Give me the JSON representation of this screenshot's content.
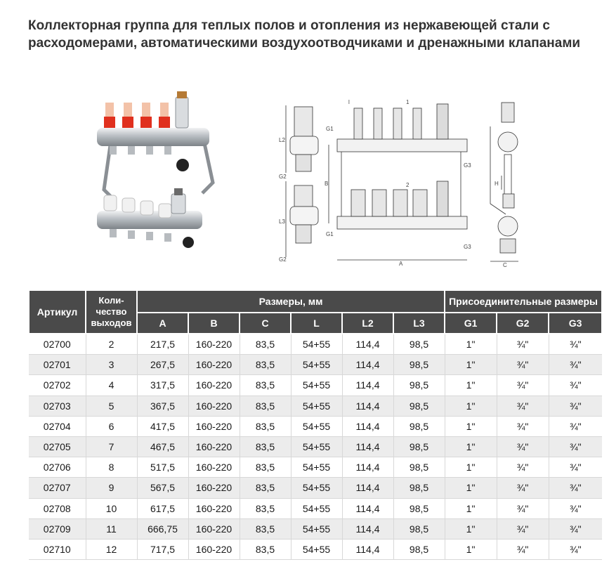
{
  "title": {
    "line1": "Коллекторная группа для теплых полов и отопления из нержавеющей стали с",
    "line2": "расходомерами, автоматическими воздухоотводчиками и дренажными клапанами"
  },
  "drawing_labels": {
    "l": "l",
    "one": "1",
    "two": "2",
    "g1": "G1",
    "g1b": "G1",
    "g2": "G2",
    "g2b": "G2",
    "g3": "G3",
    "g3b": "G3",
    "l2": "L2",
    "l3": "L3",
    "b": "B",
    "a": "A",
    "c": "C",
    "h": "H"
  },
  "table": {
    "col_article": "Артикул",
    "col_count": "Коли-\nчество\nвыходов",
    "group_dims": "Размеры, мм",
    "group_conn": "Присоединительные размеры",
    "sub_headers": [
      "A",
      "B",
      "C",
      "L",
      "L2",
      "L3",
      "G1",
      "G2",
      "G3"
    ],
    "rows": [
      [
        "02700",
        "2",
        "217,5",
        "160-220",
        "83,5",
        "54+55",
        "114,4",
        "98,5",
        "1\"",
        "¾\"",
        "¾\""
      ],
      [
        "02701",
        "3",
        "267,5",
        "160-220",
        "83,5",
        "54+55",
        "114,4",
        "98,5",
        "1\"",
        "¾\"",
        "¾\""
      ],
      [
        "02702",
        "4",
        "317,5",
        "160-220",
        "83,5",
        "54+55",
        "114,4",
        "98,5",
        "1\"",
        "¾\"",
        "¾\""
      ],
      [
        "02703",
        "5",
        "367,5",
        "160-220",
        "83,5",
        "54+55",
        "114,4",
        "98,5",
        "1\"",
        "¾\"",
        "¾\""
      ],
      [
        "02704",
        "6",
        "417,5",
        "160-220",
        "83,5",
        "54+55",
        "114,4",
        "98,5",
        "1\"",
        "¾\"",
        "¾\""
      ],
      [
        "02705",
        "7",
        "467,5",
        "160-220",
        "83,5",
        "54+55",
        "114,4",
        "98,5",
        "1\"",
        "¾\"",
        "¾\""
      ],
      [
        "02706",
        "8",
        "517,5",
        "160-220",
        "83,5",
        "54+55",
        "114,4",
        "98,5",
        "1\"",
        "¾\"",
        "¾\""
      ],
      [
        "02707",
        "9",
        "567,5",
        "160-220",
        "83,5",
        "54+55",
        "114,4",
        "98,5",
        "1\"",
        "¾\"",
        "¾\""
      ],
      [
        "02708",
        "10",
        "617,5",
        "160-220",
        "83,5",
        "54+55",
        "114,4",
        "98,5",
        "1\"",
        "¾\"",
        "¾\""
      ],
      [
        "02709",
        "11",
        "666,75",
        "160-220",
        "83,5",
        "54+55",
        "114,4",
        "98,5",
        "1\"",
        "¾\"",
        "¾\""
      ],
      [
        "02710",
        "12",
        "717,5",
        "160-220",
        "83,5",
        "54+55",
        "114,4",
        "98,5",
        "1\"",
        "¾\"",
        "¾\""
      ]
    ]
  },
  "colors": {
    "header_bg": "#4a4a4a",
    "stripe": "#ececec",
    "flowmeter_red": "#e0301e",
    "steel": "#c9cdd1"
  }
}
